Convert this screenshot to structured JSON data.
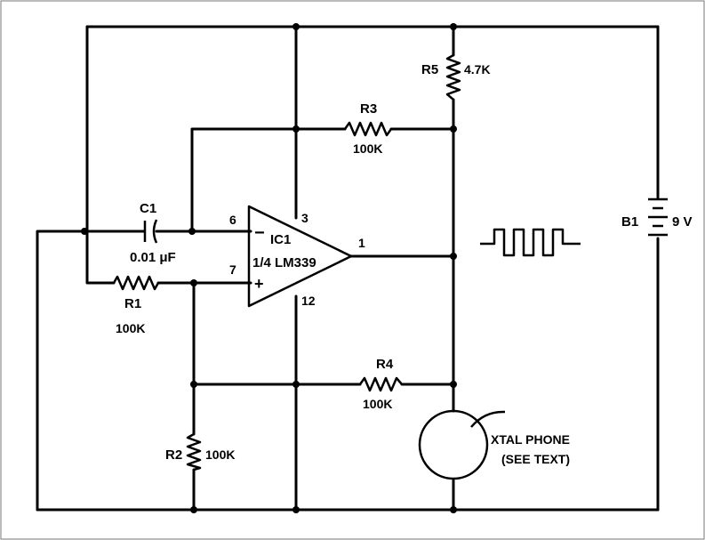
{
  "components": {
    "ic1": {
      "name": "IC1",
      "part": "1/4 LM339",
      "pin_inv": "6",
      "pin_noninv": "7",
      "pin_vcc": "3",
      "pin_gnd": "12",
      "pin_out": "1",
      "minus": "−",
      "plus": "+"
    },
    "c1": {
      "name": "C1",
      "value": "0.01 μF"
    },
    "r1": {
      "name": "R1",
      "value": "100K"
    },
    "r2": {
      "name": "R2",
      "value": "100K"
    },
    "r3": {
      "name": "R3",
      "value": "100K"
    },
    "r4": {
      "name": "R4",
      "value": "100K"
    },
    "r5": {
      "name": "R5",
      "value": "4.7K"
    },
    "b1": {
      "name": "B1",
      "value": "9 V"
    },
    "xtal": {
      "line1": "XTAL PHONE",
      "line2": "(SEE TEXT)"
    }
  }
}
